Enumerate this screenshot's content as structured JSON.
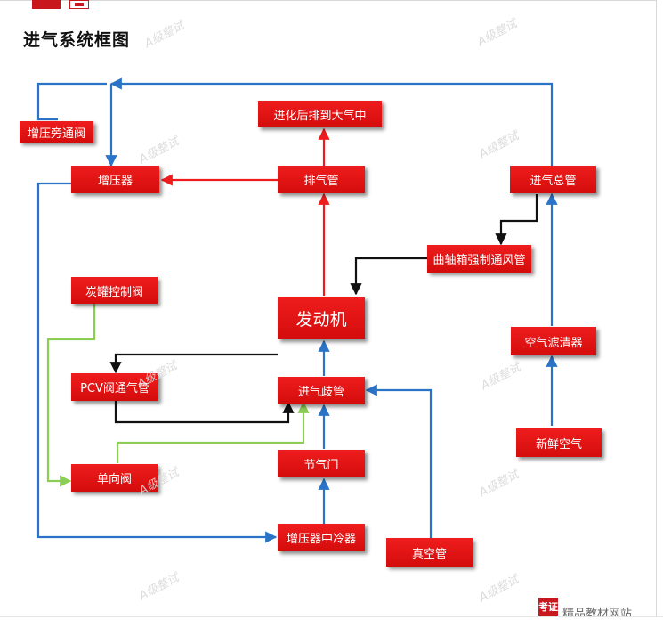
{
  "title": "进气系统框图",
  "watermark": "A级整试",
  "brand": {
    "badge": "考证",
    "text": "精品教材网站"
  },
  "nodes": {
    "bypass_valve": "增压旁通阀",
    "turbocharger": "增压器",
    "exhaust_to_atmosphere": "进化后排到大气中",
    "exhaust_pipe": "排气管",
    "intake_main_pipe": "进气总管",
    "pcv_crankcase": "曲轴箱强制通风管",
    "canister_valve": "炭罐控制阀",
    "engine": "发动机",
    "air_filter": "空气滤清器",
    "pcv_valve_pipe": "PCV阀通气管",
    "intake_manifold": "进气歧管",
    "fresh_air": "新鲜空气",
    "check_valve": "单向阀",
    "throttle": "节气门",
    "intercooler": "增压器中冷器",
    "vacuum_pipe": "真空管"
  },
  "colors": {
    "box": "#e31414",
    "blue_flow": "#2b73c7",
    "red_flow": "#ee1c1c",
    "black_flow": "#111111",
    "green_flow": "#8ccd55"
  }
}
